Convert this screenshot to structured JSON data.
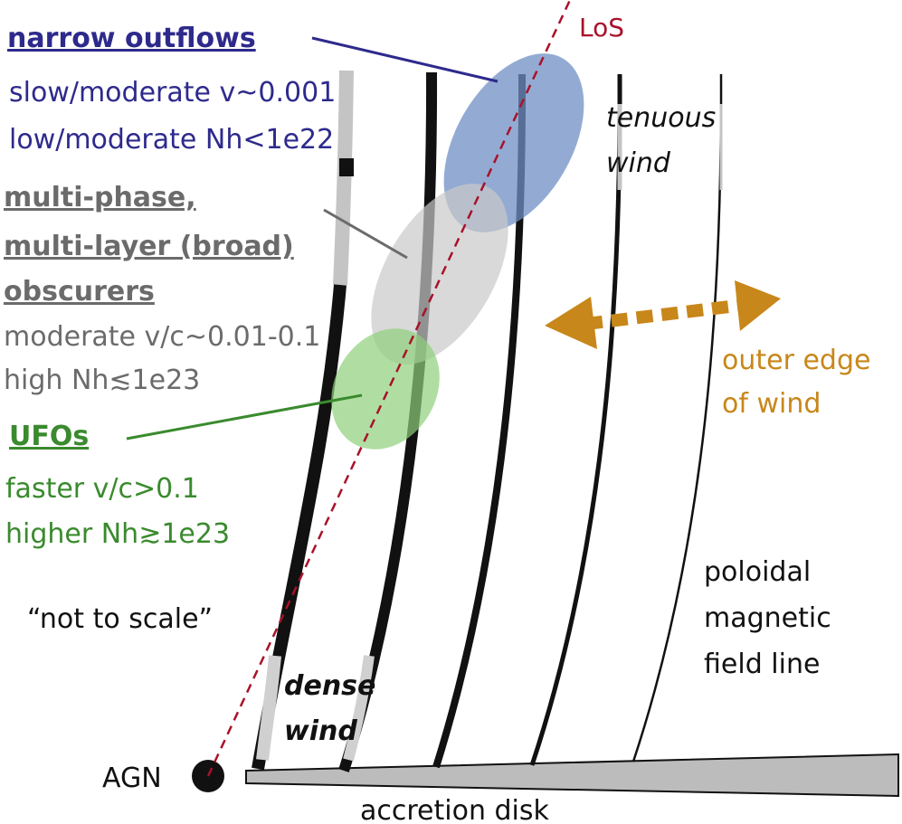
{
  "colors": {
    "narrow": "#2e2a8c",
    "broad": "#6b6b6b",
    "ufo": "#3a8a2e",
    "los": "#a8122a",
    "edge": "#c8871a",
    "ink": "#111111",
    "blue_fill": "#6f8fc4",
    "gray_fill": "#c9c9c9",
    "green_fill": "#8fd07a",
    "disk_fill": "#bcbcbc"
  },
  "los_label": "LoS",
  "narrow_outflows": {
    "title": "narrow outflows",
    "line1": "slow/moderate v~0.001",
    "line2": "low/moderate Nh<1e22"
  },
  "obscurers": {
    "title1": "multi-phase,",
    "title2": "multi-layer (broad)",
    "title3": "obscurers",
    "line1": "moderate v/c~0.01-0.1",
    "line2": "high Nh≲1e23"
  },
  "ufos": {
    "title": "UFOs",
    "line1": "faster v/c>0.1",
    "line2": "higher Nh≳1e23"
  },
  "tenuous_wind": {
    "line1": "tenuous",
    "line2": "wind"
  },
  "dense_wind": {
    "line1": "dense",
    "line2": "wind"
  },
  "outer_edge": {
    "line1": "outer edge",
    "line2": "of wind"
  },
  "field_line_label": {
    "line1": "poloidal",
    "line2": "magnetic",
    "line3": "field line"
  },
  "not_to_scale": "“not to scale”",
  "agn": "AGN",
  "accretion_disk": "accretion disk"
}
